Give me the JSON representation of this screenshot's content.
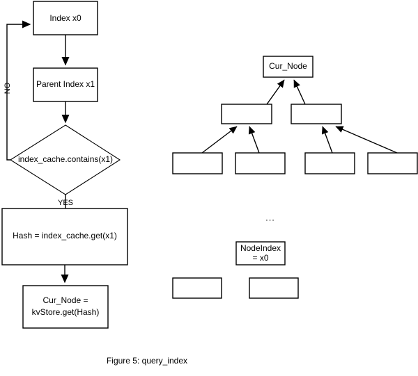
{
  "figure": {
    "caption": "Figure 5: query_index",
    "background_color": "#ffffff",
    "stroke_color": "#000000"
  },
  "flowchart": {
    "nodes": [
      {
        "id": "index-x0",
        "label": "Index x0",
        "shape": "rect"
      },
      {
        "id": "parent-index-x1",
        "label": "Parent Index x1",
        "shape": "rect"
      },
      {
        "id": "cache-contains-decision",
        "label": "index_cache.contains(x1)",
        "shape": "diamond"
      },
      {
        "id": "hash-assign",
        "label": "Hash = index_cache.get(x1)",
        "shape": "rect"
      },
      {
        "id": "cur-node-assign-line1",
        "label": "Cur_Node =",
        "shape": "rect"
      },
      {
        "id": "cur-node-assign-line2",
        "label": "kvStore.get(Hash)",
        "shape": "rect"
      }
    ],
    "edge_labels": {
      "no": "NO",
      "yes": "YES"
    }
  },
  "tree": {
    "root": {
      "label": "Cur_Node"
    },
    "level2": [
      {
        "label": ""
      },
      {
        "label": ""
      }
    ],
    "level3": [
      {
        "label": ""
      },
      {
        "label": ""
      },
      {
        "label": ""
      },
      {
        "label": ""
      }
    ],
    "ellipsis": "...",
    "node_index": {
      "line1": "NodeIndex",
      "line2": "= x0"
    },
    "bottom_boxes": [
      {
        "label": ""
      },
      {
        "label": ""
      }
    ]
  }
}
